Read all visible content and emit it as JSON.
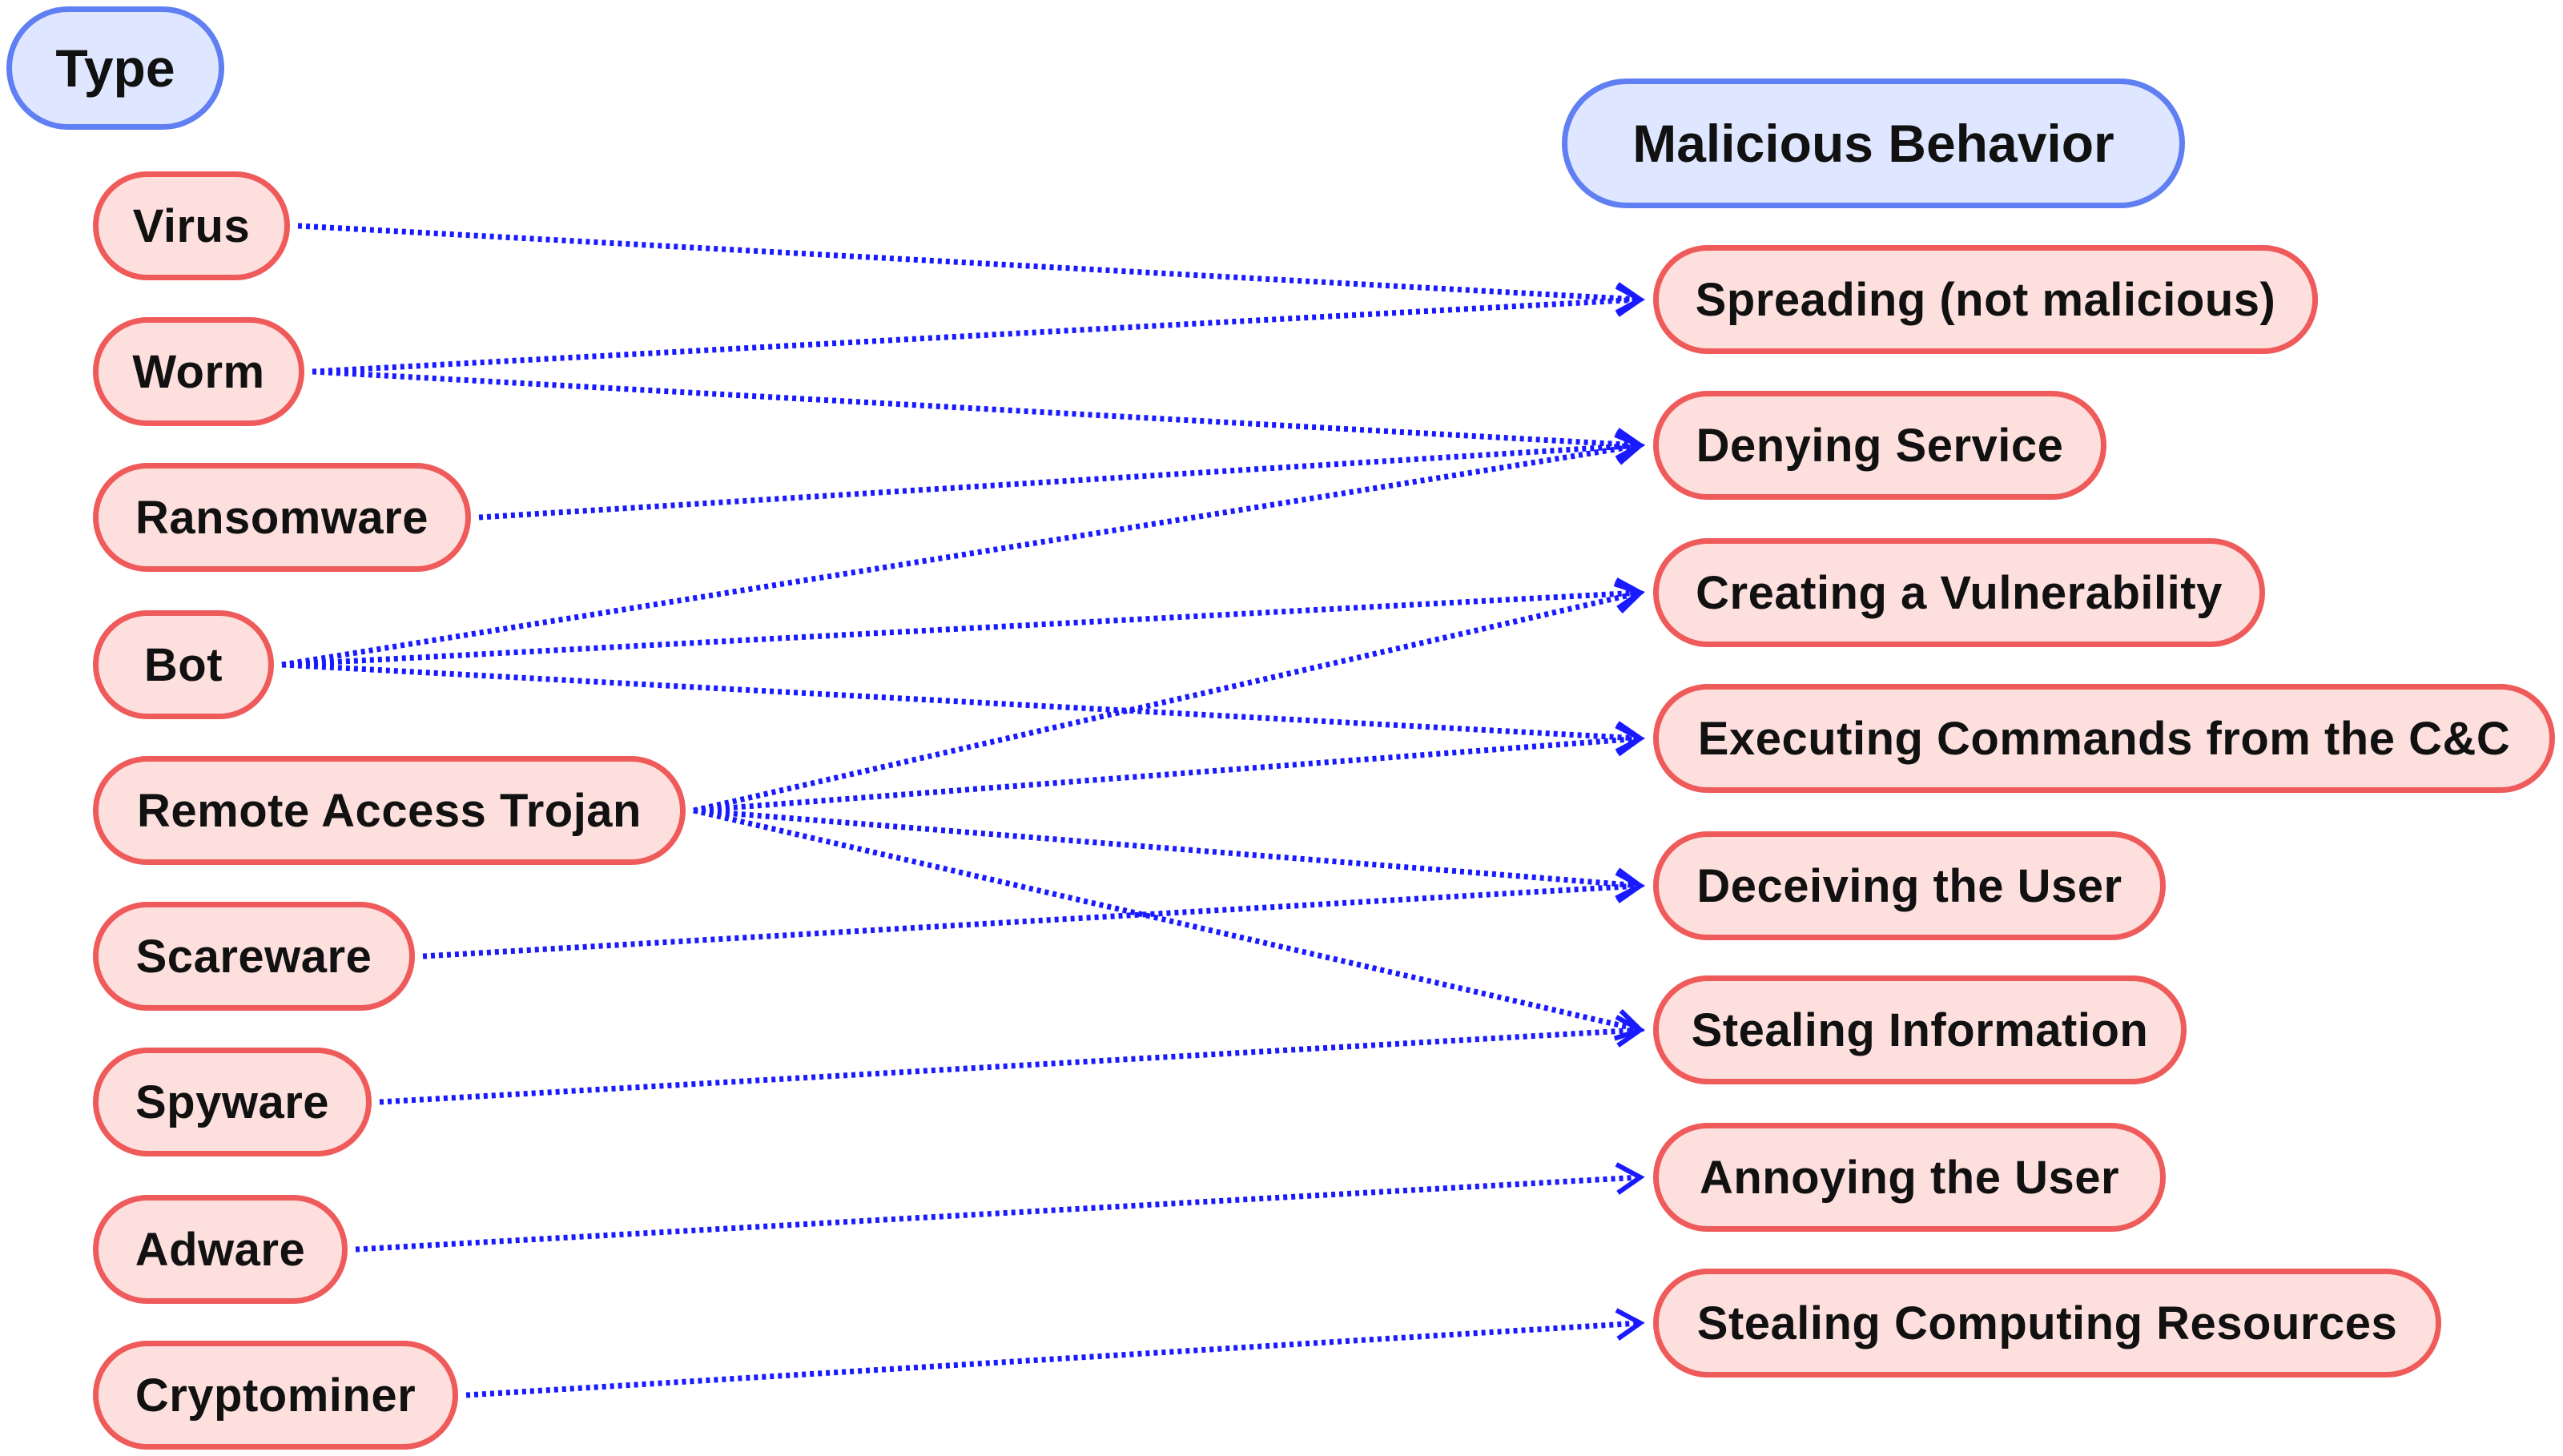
{
  "headers": {
    "type": "Type",
    "behavior": "Malicious Behavior"
  },
  "types": [
    "Virus",
    "Worm",
    "Ransomware",
    "Bot",
    "Remote Access Trojan",
    "Scareware",
    "Spyware",
    "Adware",
    "Cryptominer"
  ],
  "behaviors": [
    "Spreading (not malicious)",
    "Denying Service",
    "Creating a Vulnerability",
    "Executing Commands from the C&C",
    "Deceiving the User",
    "Stealing Information",
    "Annoying the User",
    "Stealing Computing Resources"
  ],
  "connections": [
    {
      "from": "Virus",
      "to": "Spreading (not malicious)"
    },
    {
      "from": "Worm",
      "to": "Spreading (not malicious)"
    },
    {
      "from": "Worm",
      "to": "Denying Service"
    },
    {
      "from": "Ransomware",
      "to": "Denying Service"
    },
    {
      "from": "Bot",
      "to": "Denying Service"
    },
    {
      "from": "Bot",
      "to": "Creating a Vulnerability"
    },
    {
      "from": "Bot",
      "to": "Executing Commands from the C&C"
    },
    {
      "from": "Remote Access Trojan",
      "to": "Creating a Vulnerability"
    },
    {
      "from": "Remote Access Trojan",
      "to": "Executing Commands from the C&C"
    },
    {
      "from": "Remote Access Trojan",
      "to": "Deceiving the User"
    },
    {
      "from": "Remote Access Trojan",
      "to": "Stealing Information"
    },
    {
      "from": "Scareware",
      "to": "Deceiving the User"
    },
    {
      "from": "Spyware",
      "to": "Stealing Information"
    },
    {
      "from": "Adware",
      "to": "Annoying the User"
    },
    {
      "from": "Cryptominer",
      "to": "Stealing Computing Resources"
    }
  ],
  "colors": {
    "edge": "#1a1aff",
    "header_fill": "#dfe6ff",
    "header_border": "#5f7ff2",
    "item_fill": "#fde0de",
    "item_border": "#ef5a5a"
  }
}
